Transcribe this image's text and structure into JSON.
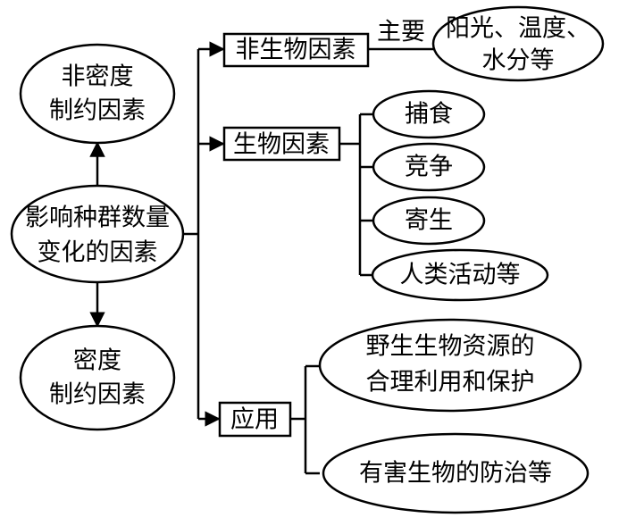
{
  "diagram": {
    "center": {
      "lines": [
        "影响种群数量",
        "变化的因素"
      ]
    },
    "non_density": {
      "lines": [
        "非密度",
        "制约因素"
      ]
    },
    "density": {
      "lines": [
        "密度",
        "制约因素"
      ]
    },
    "abiotic": {
      "label": "非生物因素"
    },
    "abiotic_relation": "主要",
    "abiotic_examples": {
      "lines": [
        "阳光、温度、",
        "水分等"
      ]
    },
    "biotic": {
      "label": "生物因素"
    },
    "biotic_items": [
      "捕食",
      "竞争",
      "寄生",
      "人类活动等"
    ],
    "application": {
      "label": "应用"
    },
    "application_items": [
      {
        "lines": [
          "野生生物资源的",
          "合理利用和保护"
        ]
      },
      {
        "lines": [
          "有害生物的防治等"
        ]
      }
    ]
  }
}
